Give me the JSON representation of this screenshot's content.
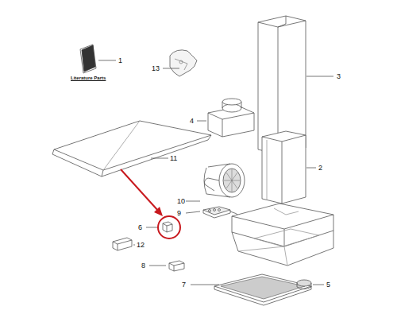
{
  "diagram": {
    "labels": [
      "1",
      "Literature Parts",
      "13",
      "3",
      "4",
      "11",
      "2",
      "10",
      "9",
      "6",
      "12",
      "8",
      "7",
      "5"
    ]
  }
}
